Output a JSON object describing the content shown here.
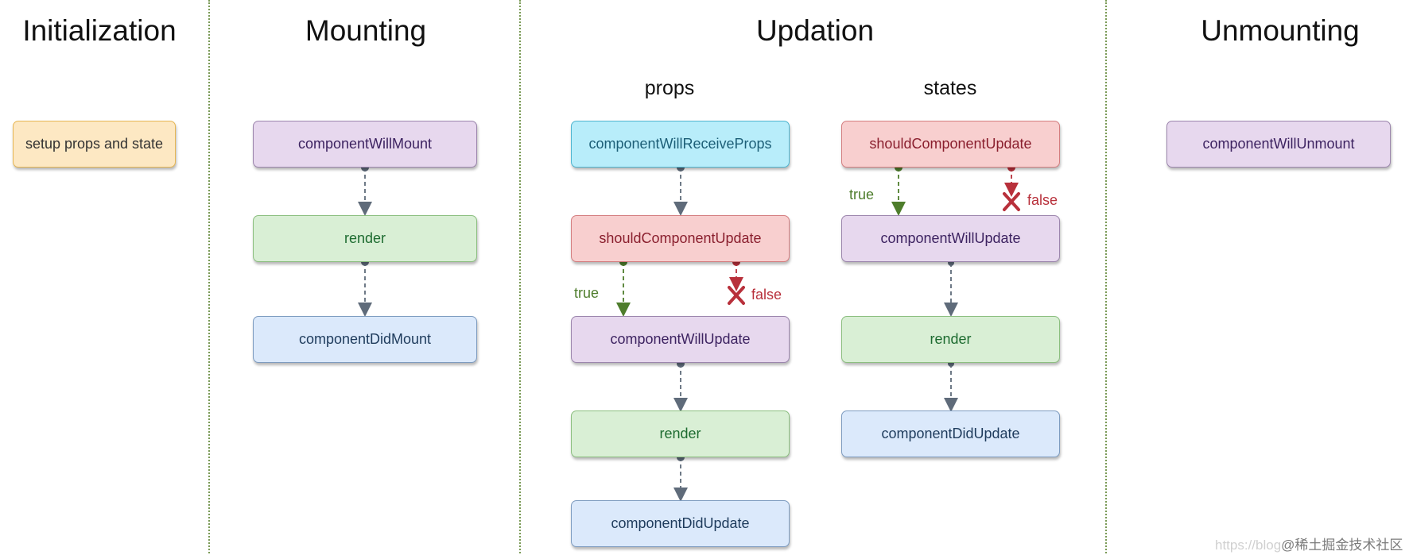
{
  "phases": {
    "initialization": "Initialization",
    "mounting": "Mounting",
    "updation": "Updation",
    "unmounting": "Unmounting"
  },
  "updation_subsections": {
    "props": "props",
    "states": "states"
  },
  "initialization": {
    "setup": "setup props and state"
  },
  "mounting": {
    "will_mount": "componentWillMount",
    "render": "render",
    "did_mount": "componentDidMount"
  },
  "props_flow": {
    "will_receive_props": "componentWillReceiveProps",
    "should_update": "shouldComponentUpdate",
    "will_update": "componentWillUpdate",
    "render": "render",
    "did_update": "componentDidUpdate",
    "true_label": "true",
    "false_label": "false"
  },
  "states_flow": {
    "should_update": "shouldComponentUpdate",
    "will_update": "componentWillUpdate",
    "render": "render",
    "did_update": "componentDidUpdate",
    "true_label": "true",
    "false_label": "false"
  },
  "unmounting": {
    "will_unmount": "componentWillUnmount"
  },
  "watermark": {
    "url_prefix": "https://blog",
    "site": "@稀土掘金技术社区"
  },
  "colors": {
    "yellow_fill": "#fde8c3",
    "purple_fill": "#e7d8ee",
    "green_fill": "#d9efd5",
    "blue_fill": "#dbe9fb",
    "cyan_fill": "#b8edfa",
    "red_fill": "#f8cfcf",
    "true_green": "#4e7d2c",
    "false_red": "#b8303b",
    "connector_gray": "#5f6b7a",
    "divider_green": "#7a9a56"
  }
}
